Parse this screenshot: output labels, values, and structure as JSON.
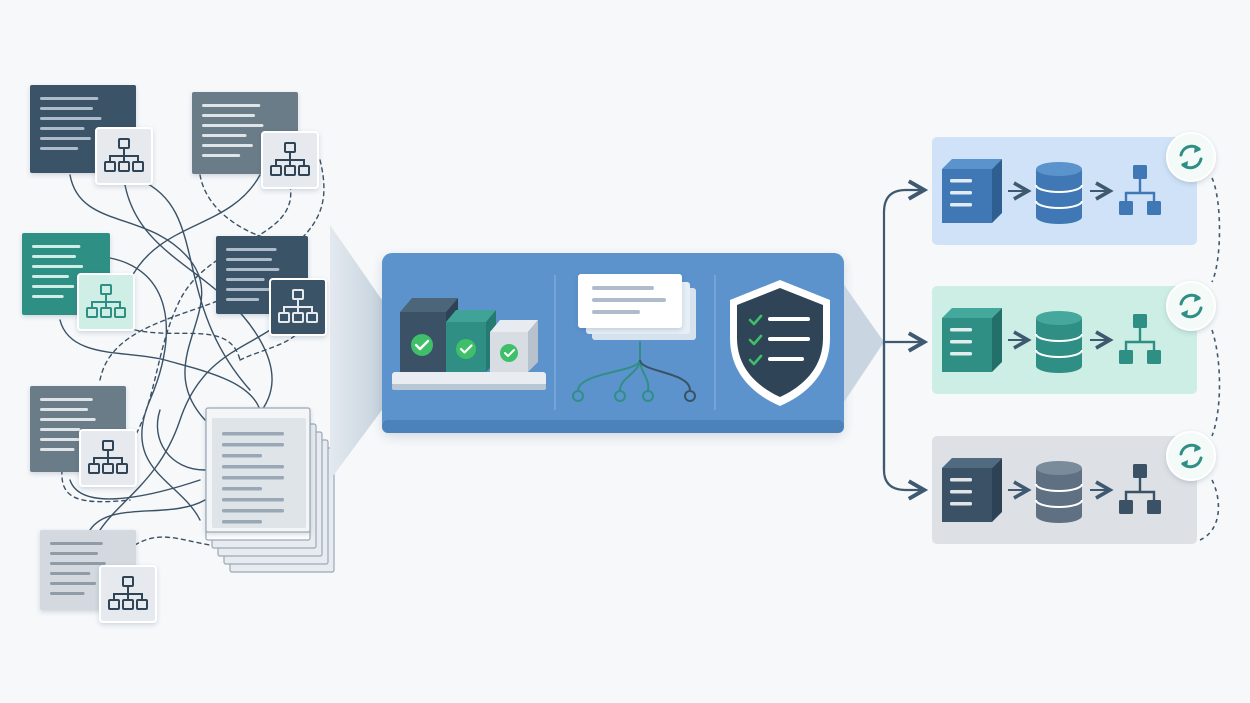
{
  "colors": {
    "background": "#f6f8fa",
    "navy": "#3b5266",
    "slate": "#6b7b88",
    "teal": "#2f8f85",
    "light_card": "#d3d9df",
    "tile": "#e6eaee",
    "hub_blue": "#5b93cc",
    "check_green": "#3fbf6a",
    "lane_blue": "#cfe2f7",
    "lane_teal": "#cdeee4",
    "lane_gray": "#dde1e5",
    "arrow": "#3f5a70"
  },
  "icons": {
    "source_hierarchy": "hierarchy-icon",
    "document_stack": "document-stack-icon",
    "hub_validation": "check-box-icon",
    "hub_parse": "document-branch-icon",
    "hub_security": "shield-checklist-icon",
    "lane_server": "server-icon",
    "lane_database": "database-icon",
    "lane_hierarchy": "hierarchy-icon",
    "lane_sync": "sync-icon"
  },
  "sources": [
    {
      "theme": "navy"
    },
    {
      "theme": "slate"
    },
    {
      "theme": "teal"
    },
    {
      "theme": "navy"
    },
    {
      "theme": "slate"
    },
    {
      "theme": "light"
    }
  ],
  "lanes": [
    {
      "theme": "blue"
    },
    {
      "theme": "teal"
    },
    {
      "theme": "gray"
    }
  ]
}
